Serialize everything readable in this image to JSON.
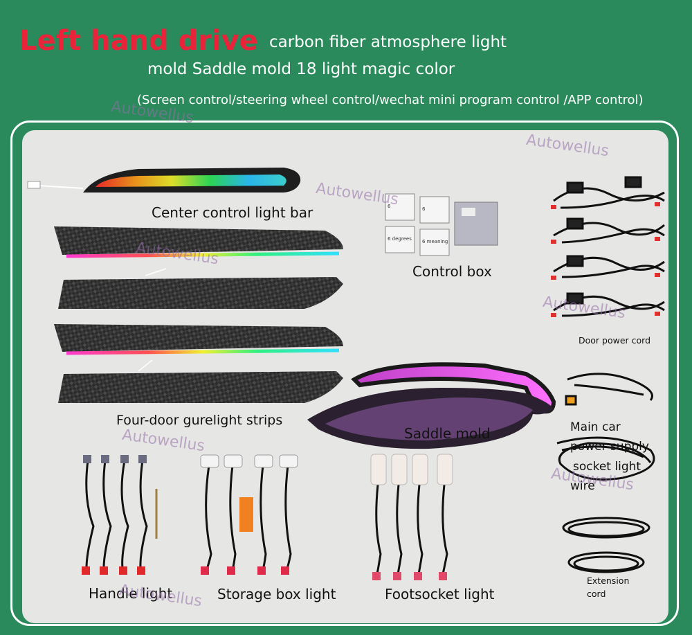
{
  "header": {
    "title": "Left hand drive",
    "subtitle_line1": "carbon fiber atmosphere light",
    "subtitle_line2": "mold Saddle mold 18 light magic color",
    "subtitle_line3": "(Screen control/steering wheel control/wechat mini program control /APP control)"
  },
  "watermark": "Autowellus",
  "components": {
    "center_bar": "Center control light bar",
    "control_box": "Control box",
    "door_power": "Door power cord",
    "four_door": "Four-door gurelight strips",
    "saddle": "Saddle mold",
    "main_power_l1": "Main car",
    "main_power_l2": "power supply",
    "main_power_l3": "socket light",
    "main_power_l4": "wire",
    "handle": "Handle light",
    "storage": "Storage box light",
    "footsocket": "Footsocket light",
    "extension_l1": "Extension",
    "extension_l2": "cord"
  },
  "module_labels": [
    "6",
    "6",
    "6 degrees",
    "6 meaning"
  ],
  "colors": {
    "background": "#2a8a5b",
    "title": "#e8233a",
    "panel": "#e6e6e4"
  }
}
